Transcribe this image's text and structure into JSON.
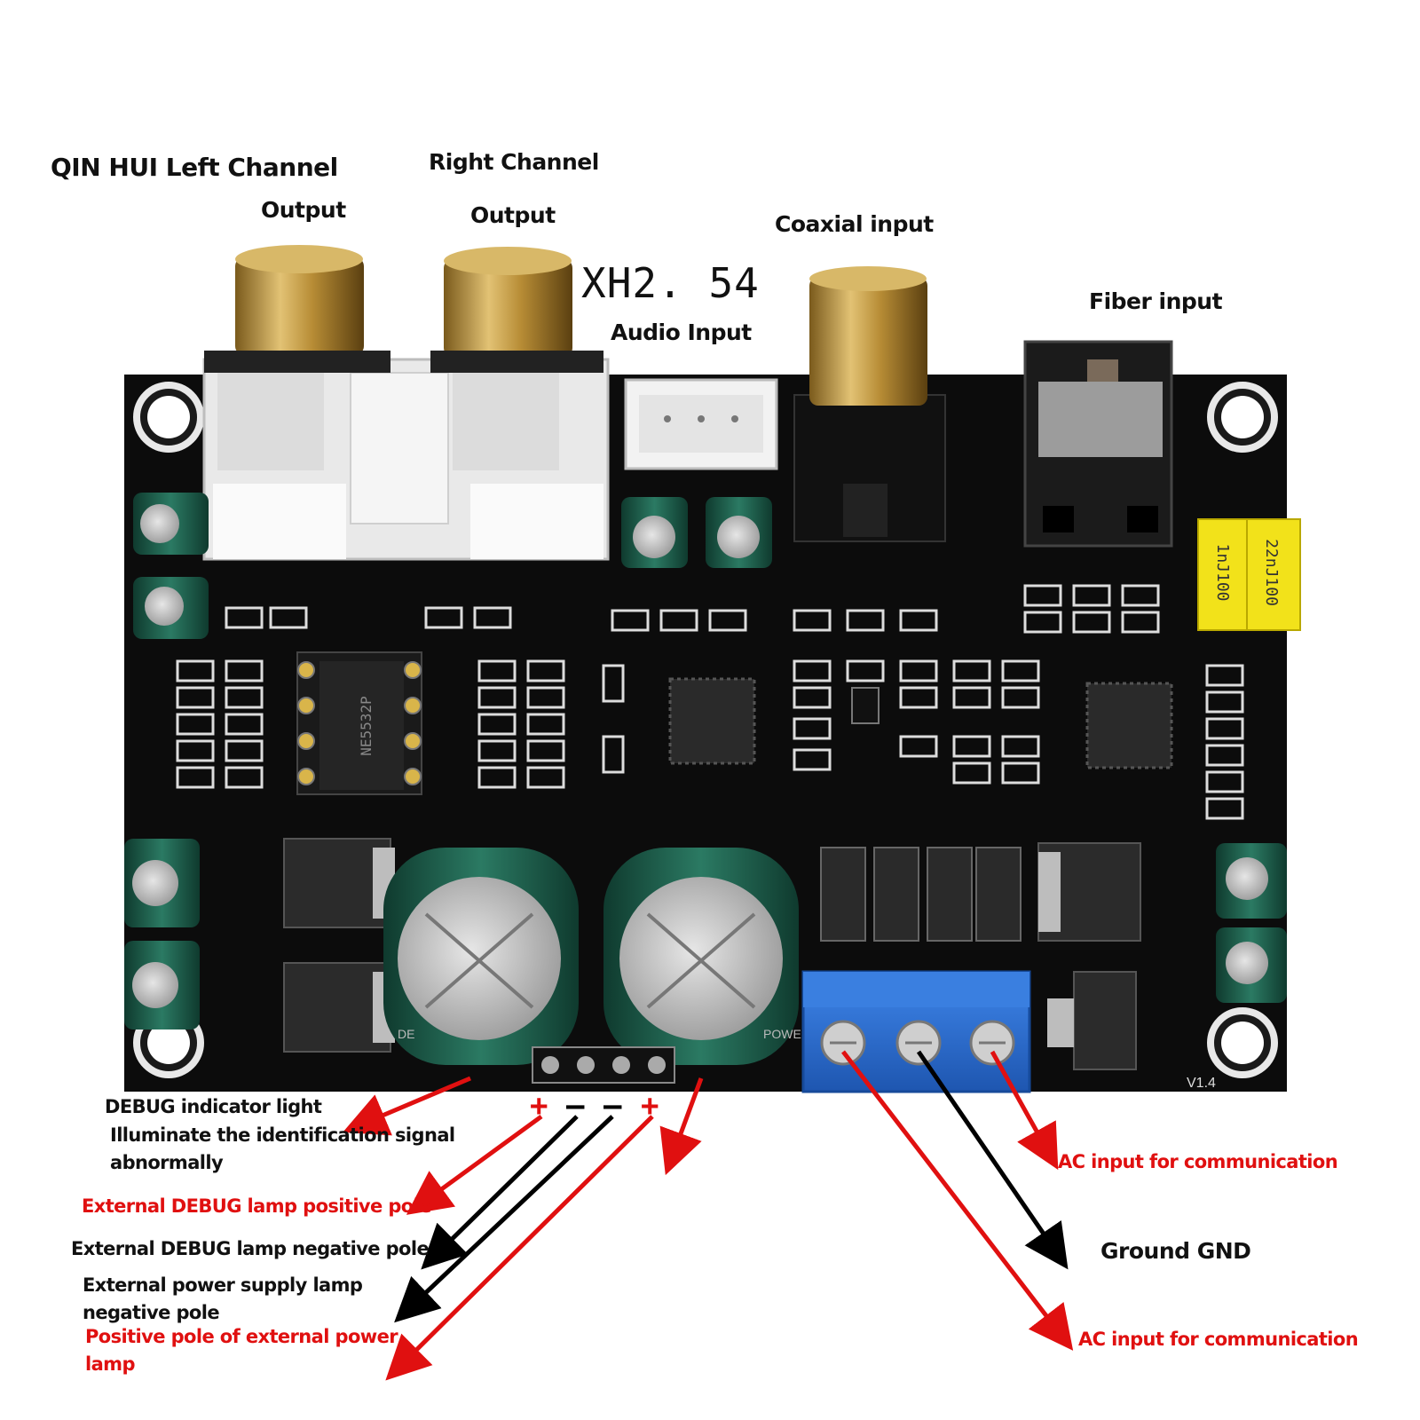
{
  "labels": {
    "left_channel": "QIN HUI Left Channel",
    "left_output": "Output",
    "right_channel": "Right Channel",
    "right_output": "Output",
    "xh_model": "XH2. 54",
    "audio_input": "Audio Input",
    "coaxial_input": "Coaxial input",
    "fiber_input": "Fiber input",
    "debug_light": "DEBUG indicator light",
    "debug_desc_1": "Illuminate the identification signal",
    "debug_desc_2": "abnormally",
    "debug_pos": "External DEBUG lamp positive pole",
    "debug_neg": "External DEBUG lamp negative pole",
    "power_neg_1": "External power supply lamp",
    "power_neg_2": "negative pole",
    "power_pos_1": "Positive pole of external power",
    "power_pos_2": "lamp",
    "ac_input_1": "AC input for communication",
    "ground": "Ground GND",
    "ac_input_2": "AC input for communication"
  },
  "pin_signs": [
    "+",
    "–",
    "–",
    "+"
  ],
  "board": {
    "version": "V1.4",
    "opamp_text": "NE5532P",
    "cap_left": "1nJ100",
    "cap_right": "22nJ100",
    "silk_debug": "DE",
    "silk_power": "POWER"
  },
  "colors": {
    "board": "#0c0c0c",
    "gold": "#c9a24a",
    "terminal": "#2c6fd6",
    "arrow_red": "#e01010",
    "arrow_black": "#000000",
    "cap_green": "#1f5e4c",
    "film_cap": "#f2e21a"
  }
}
